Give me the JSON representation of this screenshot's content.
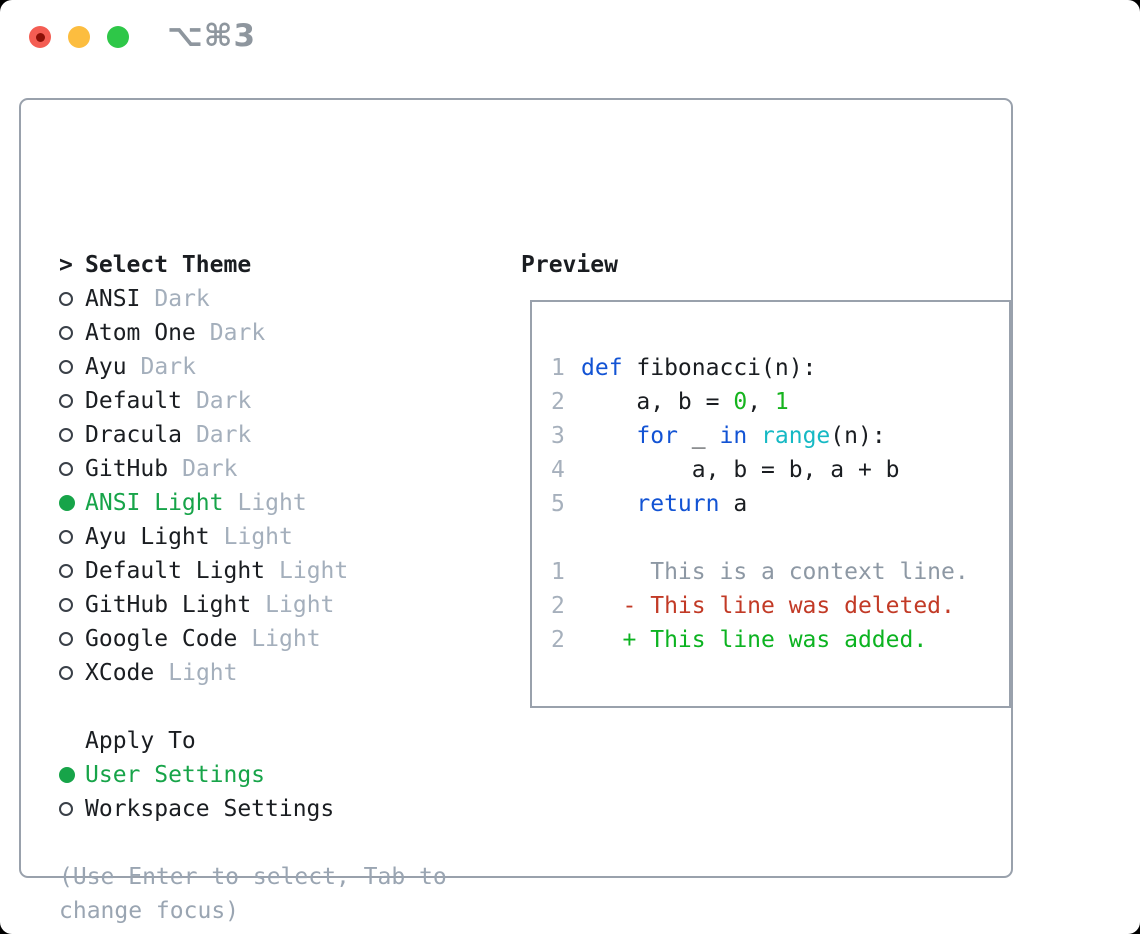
{
  "window": {
    "title": "⌥⌘3",
    "traffic_lights": [
      {
        "name": "close-button",
        "color": "#f45d53"
      },
      {
        "name": "minimize-button",
        "color": "#fcbd3f"
      },
      {
        "name": "zoom-button",
        "color": "#2ec748"
      }
    ]
  },
  "theme_picker": {
    "header_prefix": ">",
    "header": "Select Theme",
    "items": [
      {
        "name": "ANSI",
        "tag": "Dark",
        "selected": false
      },
      {
        "name": "Atom One",
        "tag": "Dark",
        "selected": false
      },
      {
        "name": "Ayu",
        "tag": "Dark",
        "selected": false
      },
      {
        "name": "Default",
        "tag": "Dark",
        "selected": false
      },
      {
        "name": "Dracula",
        "tag": "Dark",
        "selected": false
      },
      {
        "name": "GitHub",
        "tag": "Dark",
        "selected": false
      },
      {
        "name": "ANSI Light",
        "tag": "Light",
        "selected": true
      },
      {
        "name": "Ayu Light",
        "tag": "Light",
        "selected": false
      },
      {
        "name": "Default Light",
        "tag": "Light",
        "selected": false
      },
      {
        "name": "GitHub Light",
        "tag": "Light",
        "selected": false
      },
      {
        "name": "Google Code",
        "tag": "Light",
        "selected": false
      },
      {
        "name": "XCode",
        "tag": "Light",
        "selected": false
      }
    ]
  },
  "apply_to": {
    "header": "Apply To",
    "options": [
      {
        "label": "User Settings",
        "selected": true
      },
      {
        "label": "Workspace Settings",
        "selected": false
      }
    ]
  },
  "help": {
    "lines": [
      "(Use Enter to select, Tab to",
      "change focus)"
    ]
  },
  "preview": {
    "header": "Preview",
    "code_lines": [
      {
        "num": "1",
        "segments": [
          {
            "t": "def",
            "c": "keyword"
          },
          {
            "t": " fibonacci(n):",
            "c": "plain"
          }
        ]
      },
      {
        "num": "2",
        "segments": [
          {
            "t": "    a, b = ",
            "c": "plain"
          },
          {
            "t": "0",
            "c": "number"
          },
          {
            "t": ", ",
            "c": "plain"
          },
          {
            "t": "1",
            "c": "number"
          }
        ]
      },
      {
        "num": "3",
        "segments": [
          {
            "t": "    ",
            "c": "plain"
          },
          {
            "t": "for",
            "c": "keyword"
          },
          {
            "t": " _ ",
            "c": "plain"
          },
          {
            "t": "in",
            "c": "keyword"
          },
          {
            "t": " ",
            "c": "plain"
          },
          {
            "t": "range",
            "c": "builtin"
          },
          {
            "t": "(n):",
            "c": "plain"
          }
        ]
      },
      {
        "num": "4",
        "segments": [
          {
            "t": "        a, b = b, a + b",
            "c": "plain"
          }
        ]
      },
      {
        "num": "5",
        "segments": [
          {
            "t": "    ",
            "c": "plain"
          },
          {
            "t": "return",
            "c": "keyword"
          },
          {
            "t": " a",
            "c": "plain"
          }
        ]
      },
      {
        "num": "",
        "segments": []
      },
      {
        "num": "1",
        "segments": [
          {
            "t": "     This is a context line.",
            "c": "context"
          }
        ]
      },
      {
        "num": "2",
        "segments": [
          {
            "t": "   - This line was deleted.",
            "c": "deleted"
          }
        ]
      },
      {
        "num": "2",
        "segments": [
          {
            "t": "   + This line was added.",
            "c": "added"
          }
        ]
      }
    ]
  },
  "colors": {
    "plain": "#1a1d21",
    "keyword": "#1253d4",
    "builtin": "#16b9c4",
    "number": "#16b41e",
    "context": "#8d98a4",
    "deleted": "#c23a26",
    "added": "#0cb321",
    "selected_green": "#17a449",
    "tag_gray": "#a4afbc",
    "help_gray": "#9aa5b2",
    "line_number": "#a6b0bc",
    "box_border": "#99a1ac",
    "title_gray": "#8e969e",
    "tl_red": "#f45d53",
    "tl_red_dot": "#8c1007",
    "tl_yellow": "#fcbd3f",
    "tl_green": "#2ec748"
  }
}
